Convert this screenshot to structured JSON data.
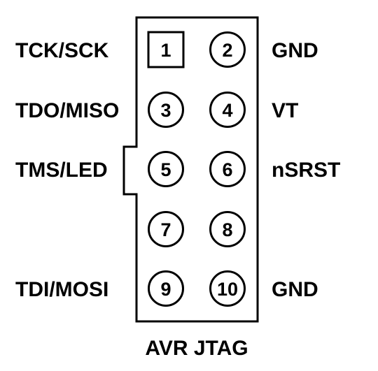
{
  "title": "AVR JTAG",
  "rows": [
    {
      "left_label": "TCK/SCK",
      "pins": [
        {
          "number": "1",
          "shape": "square"
        },
        {
          "number": "2",
          "shape": "circle"
        }
      ],
      "right_label": "GND"
    },
    {
      "left_label": "TDO/MISO",
      "pins": [
        {
          "number": "3",
          "shape": "circle"
        },
        {
          "number": "4",
          "shape": "circle"
        }
      ],
      "right_label": "VT"
    },
    {
      "left_label": "TMS/LED",
      "pins": [
        {
          "number": "5",
          "shape": "circle"
        },
        {
          "number": "6",
          "shape": "circle"
        }
      ],
      "right_label": "nSRST"
    },
    {
      "left_label": "",
      "pins": [
        {
          "number": "7",
          "shape": "circle"
        },
        {
          "number": "8",
          "shape": "circle"
        }
      ],
      "right_label": ""
    },
    {
      "left_label": "TDI/MOSI",
      "pins": [
        {
          "number": "9",
          "shape": "circle"
        },
        {
          "number": "10",
          "shape": "circle"
        }
      ],
      "right_label": "GND"
    }
  ],
  "colors": {
    "stroke": "#000000",
    "text": "#000000",
    "background": "#ffffff"
  }
}
